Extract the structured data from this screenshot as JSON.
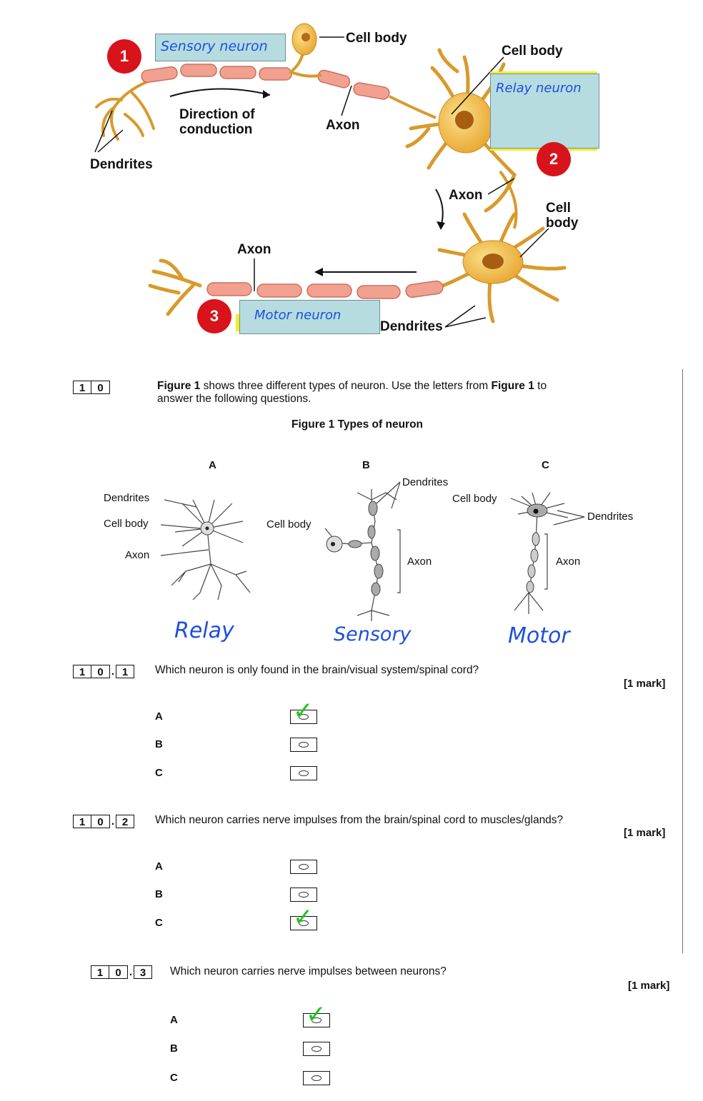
{
  "top_diagram": {
    "labels": {
      "cell_body_1": "Cell body",
      "cell_body_2": "Cell body",
      "cell_body_3": "Cell\nbody",
      "direction": "Direction of\nconduction",
      "axon_1": "Axon",
      "axon_2": "Axon",
      "axon_3": "Axon",
      "dendrites_1": "Dendrites",
      "dendrites_2": "Dendrites"
    },
    "annotations": [
      {
        "number": "1",
        "text": "Sensory neuron"
      },
      {
        "number": "2",
        "text": "Relay neuron"
      },
      {
        "number": "3",
        "text": "Motor neuron"
      }
    ]
  },
  "question_10": {
    "number_digits": [
      "1",
      "0"
    ],
    "intro_part1": "Figure 1",
    "intro_part2": " shows three different types of neuron.  Use the letters from ",
    "intro_part3": "Figure 1",
    "intro_part4": " to",
    "intro_line2": "answer the following questions.",
    "figure_title": "Figure 1  Types of neuron",
    "figure": {
      "letters": [
        "A",
        "B",
        "C"
      ],
      "labels_a": {
        "dendrites": "Dendrites",
        "cell_body": "Cell body",
        "axon": "Axon"
      },
      "labels_b": {
        "dendrites": "Dendrites",
        "cell_body": "Cell body",
        "axon": "Axon"
      },
      "labels_c": {
        "cell_body": "Cell body",
        "dendrites": "Dendrites",
        "axon": "Axon"
      },
      "handwritten": [
        "Relay",
        "Sensory",
        "Motor"
      ]
    }
  },
  "subquestions": [
    {
      "digits": [
        "1",
        "0"
      ],
      "sub": "1",
      "text": "Which neuron is only found in the brain/visual system/spinal cord?",
      "mark": "[1 mark]",
      "options": [
        "A",
        "B",
        "C"
      ],
      "ticked": "A"
    },
    {
      "digits": [
        "1",
        "0"
      ],
      "sub": "2",
      "text": "Which neuron carries nerve impulses from the brain/spinal cord to muscles/glands?",
      "mark": "[1 mark]",
      "options": [
        "A",
        "B",
        "C"
      ],
      "ticked": "C"
    },
    {
      "digits": [
        "1",
        "0"
      ],
      "sub": "3",
      "text": "Which neuron carries nerve impulses between neurons?",
      "mark": "[1 mark]",
      "options": [
        "A",
        "B",
        "C"
      ],
      "ticked": "A"
    }
  ],
  "colors": {
    "axon_segment": "#f2a08f",
    "neuron_body": "#f0b43a",
    "annotation_box": "#b6dce0",
    "annotation_ink": "#1d4fe0",
    "number_circle": "#d8131b",
    "tick": "#19c912"
  }
}
